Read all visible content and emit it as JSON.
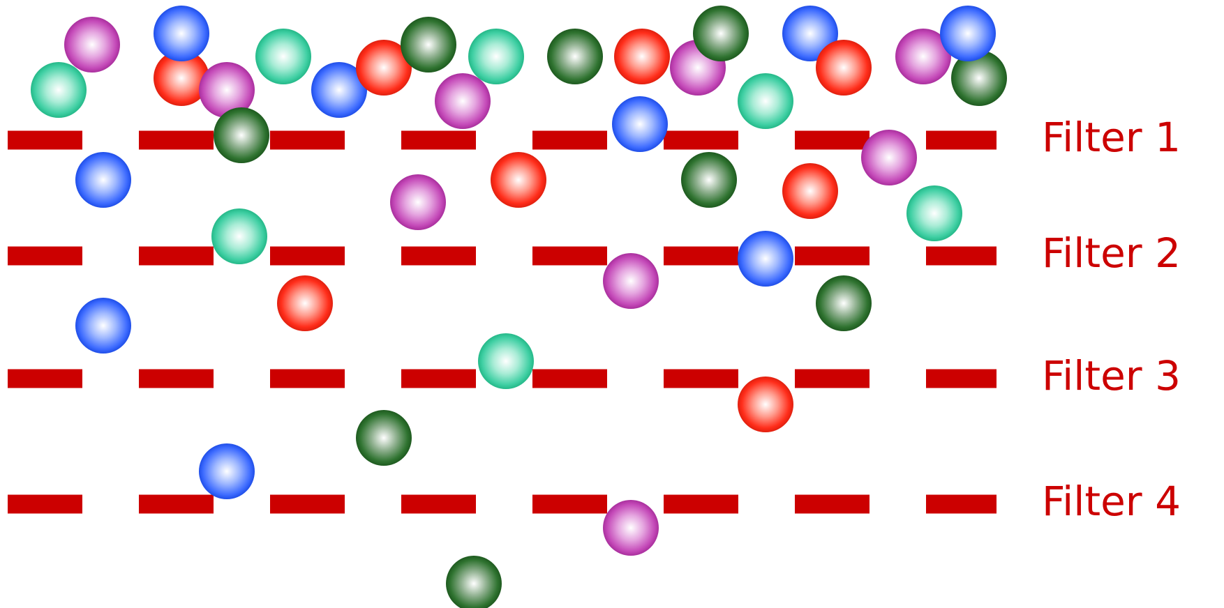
{
  "colors": {
    "filter": "#cc0000",
    "label": "#cc0000",
    "background": "#ffffff"
  },
  "ball_colors": {
    "red": [
      "#ffffff",
      "#ff9a8c",
      "#ff2d1a",
      "#e0200f"
    ],
    "blue": [
      "#ffffff",
      "#9fb8ff",
      "#3d6bff",
      "#1f4ee8"
    ],
    "teal": [
      "#ffffff",
      "#a9ecd6",
      "#3fcfa3",
      "#24b888"
    ],
    "magenta": [
      "#ffffff",
      "#e5a6e0",
      "#c449b8",
      "#a92f9d"
    ],
    "green": [
      "#ffffff",
      "#8fb08f",
      "#2f7330",
      "#1e5a1f"
    ]
  },
  "filters": [
    {
      "name": "Filter 1"
    },
    {
      "name": "Filter 2"
    },
    {
      "name": "Filter 3"
    },
    {
      "name": "Filter 4"
    }
  ]
}
